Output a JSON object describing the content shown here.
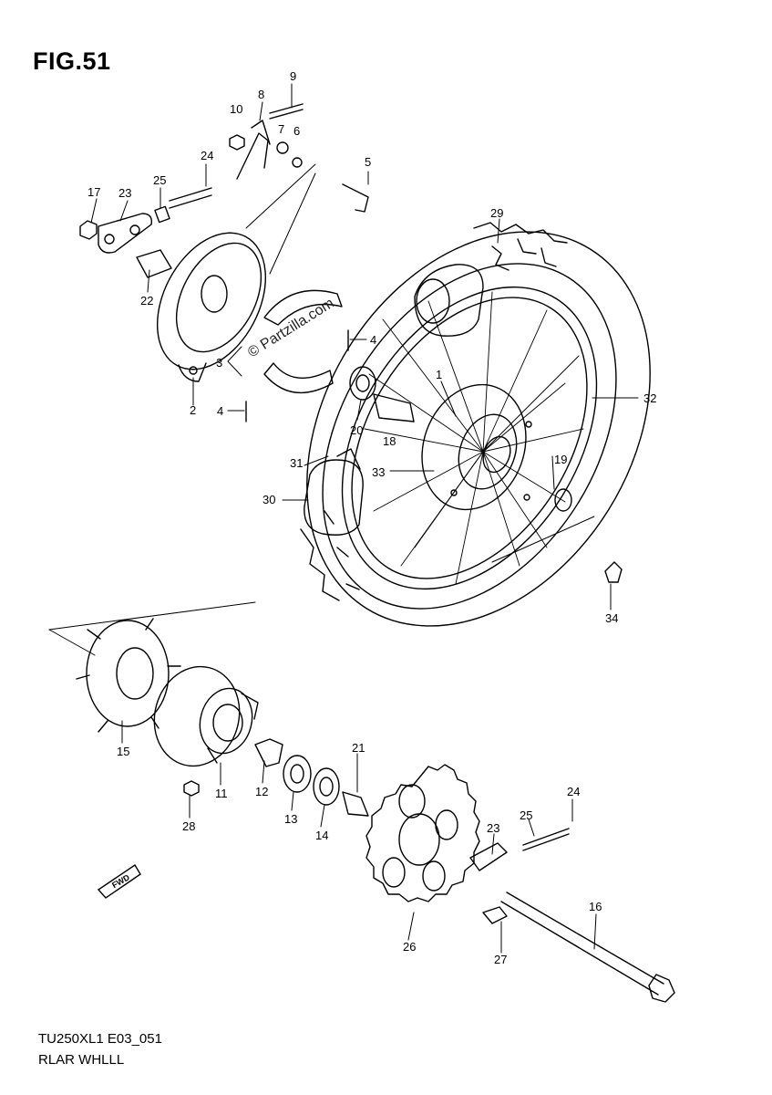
{
  "figure_title": "FIG.51",
  "watermark": "© Partzilla.com",
  "forward_arrow_label": "FWD",
  "footer": {
    "model_code": "TU250XL1 E03_051",
    "section_name": "RLAR WHLLL"
  },
  "callouts": {
    "p1": "1",
    "p2": "2",
    "p3": "3",
    "p4a": "4",
    "p4b": "4",
    "p5": "5",
    "p6": "6",
    "p7": "7",
    "p8": "8",
    "p9": "9",
    "p10": "10",
    "p11": "11",
    "p12": "12",
    "p13": "13",
    "p14": "14",
    "p15": "15",
    "p16": "16",
    "p17": "17",
    "p18": "18",
    "p19": "19",
    "p20": "20",
    "p21": "21",
    "p22": "22",
    "p23a": "23",
    "p23b": "23",
    "p24a": "24",
    "p24b": "24",
    "p25a": "25",
    "p25b": "25",
    "p26": "26",
    "p27": "27",
    "p28": "28",
    "p29": "29",
    "p30": "30",
    "p31": "31",
    "p32": "32",
    "p33": "33",
    "p34": "34"
  }
}
